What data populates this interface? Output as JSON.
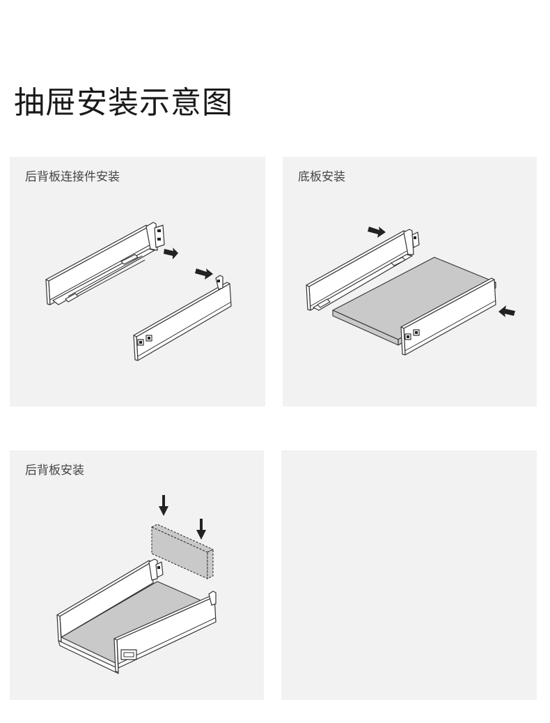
{
  "page": {
    "title": "抽屉安装示意图"
  },
  "panels": [
    {
      "label": "后背板连接件安装",
      "illustration": "rear-panel-connector-install"
    },
    {
      "label": "底板安装",
      "illustration": "bottom-panel-install"
    },
    {
      "label": "后背板安装",
      "illustration": "back-panel-install"
    },
    {
      "label": "",
      "illustration": ""
    }
  ],
  "colors": {
    "panel_background": "#f2f2f2",
    "board_gray": "#c9c9c9",
    "line": "#333333"
  }
}
